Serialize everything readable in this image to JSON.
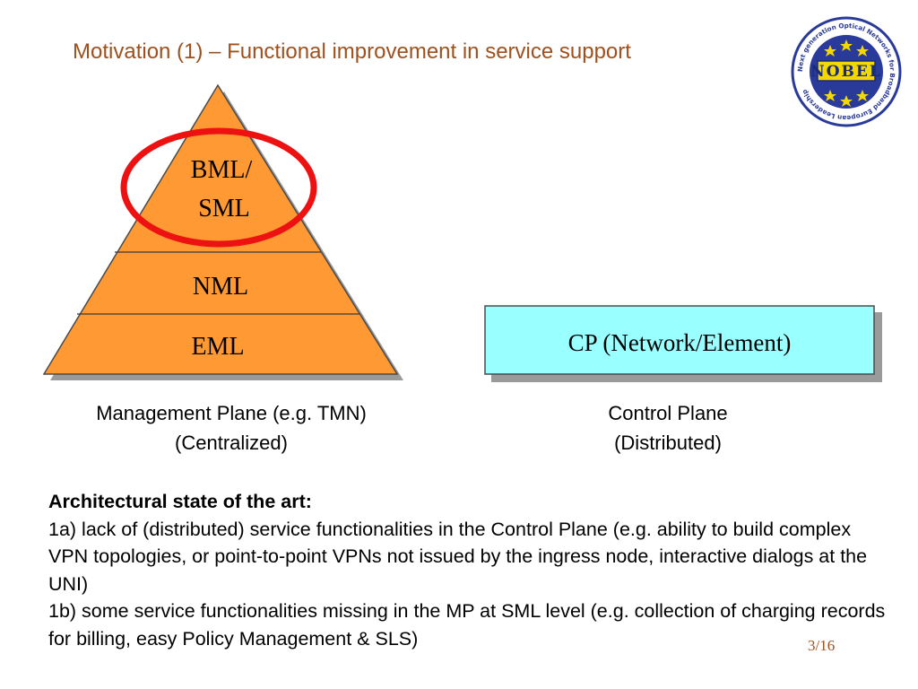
{
  "title": "Motivation (1) – Functional improvement in service support",
  "pyramid": {
    "levels": [
      {
        "line1": "BML/",
        "line2": "SML"
      },
      {
        "label": "NML"
      },
      {
        "label": "EML"
      }
    ]
  },
  "control_plane_box": {
    "label": "CP (Network/Element)"
  },
  "captions": {
    "management": {
      "line1": "Management Plane (e.g. TMN)",
      "line2": "(Centralized)"
    },
    "control": {
      "line1": "Control Plane",
      "line2": "(Distributed)"
    }
  },
  "body": {
    "heading": "Architectural state of the art:",
    "p1": "1a) lack of (distributed) service functionalities in the Control Plane (e.g. ability to build complex VPN topologies, or point-to-point VPNs not issued by the ingress node, interactive dialogs at the UNI)",
    "p2": "1b) some service functionalities missing in the MP at SML level (e.g. collection of charging records for billing, easy Policy Management & SLS)"
  },
  "logo": {
    "text": "NOBEL",
    "ring_text": "Next generation Optical Networks for Broadband European Leadership"
  },
  "page_number": "3/16",
  "colors": {
    "title": "#a0501e",
    "pyramid_fill": "#ff9933",
    "cp_fill": "#99ffff",
    "highlight_circle": "#ee1111",
    "shadow": "#9a9a9a"
  }
}
